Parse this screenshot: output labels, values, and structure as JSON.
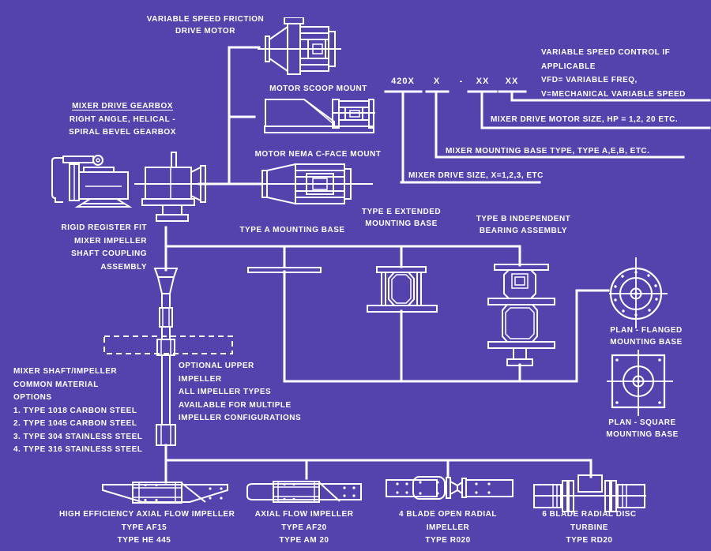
{
  "colors": {
    "background": "#5543ad",
    "line": "#ffffff"
  },
  "motors": {
    "friction": {
      "label": [
        "VARIABLE SPEED FRICTION",
        "DRIVE MOTOR"
      ]
    },
    "scoop": {
      "label": "MOTOR SCOOP MOUNT"
    },
    "nema": {
      "label": "MOTOR NEMA C-FACE MOUNT"
    }
  },
  "gearbox": {
    "label": [
      "MIXER DRIVE GEARBOX",
      "RIGHT ANGLE, HELICAL -",
      "SPIRAL BEVEL GEARBOX"
    ]
  },
  "part_code": {
    "segments": [
      "420X",
      "X",
      "-",
      "XX",
      "XX"
    ],
    "legend": {
      "variable_speed": [
        "VARIABLE SPEED CONTROL IF",
        "APPLICABLE",
        "VFD= VARIABLE FREQ,",
        "V=MECHANICAL VARIABLE SPEED"
      ],
      "motor_size": "MIXER DRIVE MOTOR SIZE, HP = 1,2, 20 ETC.",
      "base_type": "MIXER MOUNTING BASE TYPE, TYPE A,E,B, ETC.",
      "drive_size": "MIXER DRIVE SIZE, X=1,2,3, ETC"
    }
  },
  "coupling": {
    "label": [
      "RIGID REGISTER FIT",
      "MIXER IMPELLER",
      "SHAFT COUPLING",
      "ASSEMBLY"
    ]
  },
  "bases": {
    "type_a": {
      "label": "TYPE A MOUNTING BASE"
    },
    "type_e": {
      "label": [
        "TYPE E EXTENDED",
        "MOUNTING BASE"
      ]
    },
    "type_b": {
      "label": [
        "TYPE B INDEPENDENT",
        "BEARING ASSEMBLY"
      ]
    },
    "flanged": {
      "label": [
        "PLAN - FLANGED",
        "MOUNTING BASE"
      ]
    },
    "square": {
      "label": [
        "PLAN - SQUARE",
        "MOUNTING BASE"
      ]
    }
  },
  "shaft_materials": {
    "label": [
      "MIXER SHAFT/IMPELLER",
      "COMMON MATERIAL",
      "OPTIONS",
      "1. TYPE 1018 CARBON STEEL",
      "2. TYPE 1045 CARBON STEEL",
      "3. TYPE 304 STAINLESS STEEL",
      "4. TYPE 316 STAINLESS STEEL"
    ]
  },
  "optional_impeller": {
    "label": [
      "OPTIONAL UPPER",
      "IMPELLER",
      "ALL IMPELLER TYPES",
      "AVAILABLE FOR MULTIPLE",
      "IMPELLER CONFIGURATIONS"
    ]
  },
  "impellers": [
    {
      "label": [
        "HIGH EFFICIENCY AXIAL FLOW IMPELLER",
        "TYPE AF15",
        "TYPE HE 445"
      ]
    },
    {
      "label": [
        "AXIAL FLOW IMPELLER",
        "TYPE AF20",
        "TYPE AM 20"
      ]
    },
    {
      "label": [
        "4 BLADE OPEN RADIAL",
        "IMPELLER",
        "TYPE R020"
      ]
    },
    {
      "label": [
        "6 BLADE RADIAL DISC",
        "TURBINE",
        "TYPE RD20"
      ]
    }
  ]
}
